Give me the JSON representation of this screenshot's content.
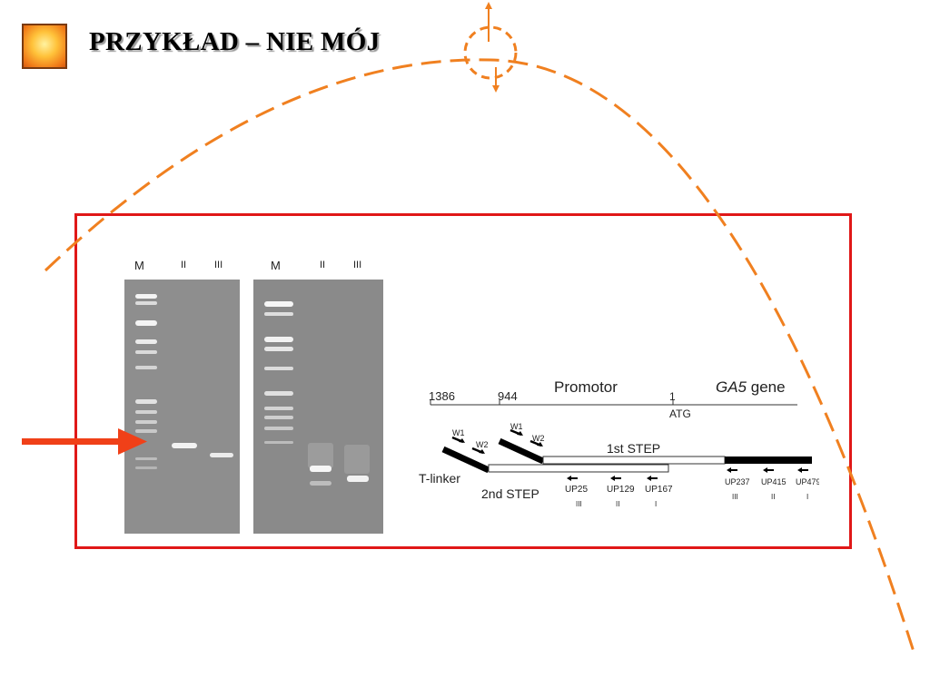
{
  "slide": {
    "title": "PRZYKŁAD – NIE MÓJ"
  },
  "gels": [
    {
      "lanes": [
        "M",
        "II",
        "III"
      ]
    },
    {
      "lanes": [
        "M",
        "II",
        "III"
      ]
    }
  ],
  "diagram": {
    "pos_1386": "1386",
    "pos_944": "944",
    "promotor": "Promotor",
    "gene_italic": "GA5",
    "gene_word": " gene",
    "pos_1": "1",
    "atg": "ATG",
    "w1_a": "W1",
    "w2_a": "W2",
    "w1_b": "W1",
    "w2_b": "W2",
    "step1": "1st STEP",
    "step2": "2nd STEP",
    "t_linker": "T-linker",
    "primers": [
      {
        "name": "UP25",
        "num": "III"
      },
      {
        "name": "UP129",
        "num": "II"
      },
      {
        "name": "UP167",
        "num": "I"
      },
      {
        "name": "UP237",
        "num": "III"
      },
      {
        "name": "UP415",
        "num": "II"
      },
      {
        "name": "UP479",
        "num": "I"
      }
    ]
  },
  "colors": {
    "arc": "#f08020",
    "frame": "#e01818",
    "pointer_arrow": "#f04018"
  }
}
